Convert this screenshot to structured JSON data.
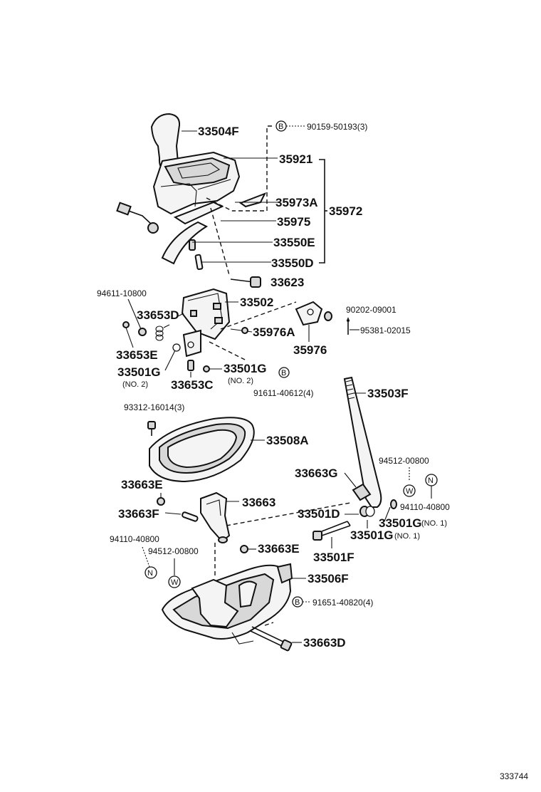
{
  "diagram_id": "333744",
  "parts": {
    "p33504F": "33504F",
    "p35921": "35921",
    "p35973A": "35973A",
    "p35975": "35975",
    "p33550E": "33550E",
    "p33550D": "33550D",
    "p35972": "35972",
    "p33623": "33623",
    "p33502": "33502",
    "p35976A": "35976A",
    "p35976": "35976",
    "p33653D": "33653D",
    "p33653E": "33653E",
    "p33501G_a": "33501G",
    "p33653C": "33653C",
    "p33501G_b": "33501G",
    "p33503F": "33503F",
    "p33508A": "33508A",
    "p33663G": "33663G",
    "p33663E_a": "33663E",
    "p33663": "33663",
    "p33663F": "33663F",
    "p33501D": "33501D",
    "p33501G_c": "33501G",
    "p33501G_d": "33501G",
    "p33501F": "33501F",
    "p33663E_b": "33663E",
    "p33506F": "33506F",
    "p33663D": "33663D"
  },
  "refs": {
    "r90159": "90159-50193(3)",
    "r94611": "94611-10800",
    "r90202": "90202-09001",
    "r95381": "95381-02015",
    "r91611": "91611-40612(4)",
    "r93312": "93312-16014(3)",
    "r94512_a": "94512-00800",
    "r94110_a": "94110-40800",
    "r94110_b": "94110-40800",
    "r94512_b": "94512-00800",
    "r91651": "91651-40820(4)"
  },
  "notes": {
    "no2_a": "(NO. 2)",
    "no2_b": "(NO. 2)",
    "no1_a": "(NO. 1)",
    "no1_b": "(NO. 1)"
  },
  "symbols": {
    "B": "B",
    "W": "W",
    "N": "N"
  }
}
